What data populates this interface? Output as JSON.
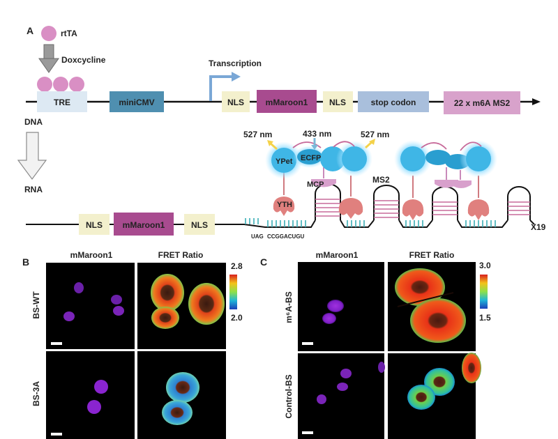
{
  "panel_a": {
    "label": "A",
    "rtta_label": "rtTA",
    "doxcycline_label": "Doxcycline",
    "transcription_label": "Transcription",
    "dna_label": "DNA",
    "rna_label": "RNA",
    "dna_elements": [
      "TRE",
      "miniCMV",
      "NLS",
      "mMaroon1",
      "NLS",
      "stop codon",
      "22 x m6A MS2"
    ],
    "rna_elements": [
      "NLS",
      "mMaroon1",
      "NLS"
    ],
    "wavelength_left": "527 nm",
    "wavelength_mid": "433 nm",
    "wavelength_right": "527 nm",
    "ypet_label": "YPet",
    "ecfp_label": "ECFP",
    "mcp_label": "MCP",
    "yth_label": "YTH",
    "ms2_label": "MS2",
    "repeat_label": "X19",
    "seq_uag": "UAG",
    "seq_motif": "CCGGACUGU",
    "colors": {
      "nls": "#f3f0cd",
      "mmaroon": "#a84b8f",
      "minicmv": "#4f8fb0",
      "tre": "#dde9f3",
      "stop": "#a9bfdc",
      "ms2box": "#d8a2cb",
      "rtta": "#d98fc4",
      "fluor": "#3fb6e6",
      "mcp": "#d8a0cc",
      "yth": "#e0807e",
      "teal": "#3aaeb6",
      "pink": "#c76a9a"
    }
  },
  "panel_b": {
    "label": "B",
    "col1": "mMaroon1",
    "col2": "FRET Ratio",
    "row1": "BS-WT",
    "row2": "BS-3A",
    "scale_max": "2.8",
    "scale_min": "2.0"
  },
  "panel_c": {
    "label": "C",
    "col1": "mMaroon1",
    "col2": "FRET Ratio",
    "row1": "m⁶A-BS",
    "row2": "Control-BS",
    "scale_max": "3.0",
    "scale_min": "1.5"
  }
}
